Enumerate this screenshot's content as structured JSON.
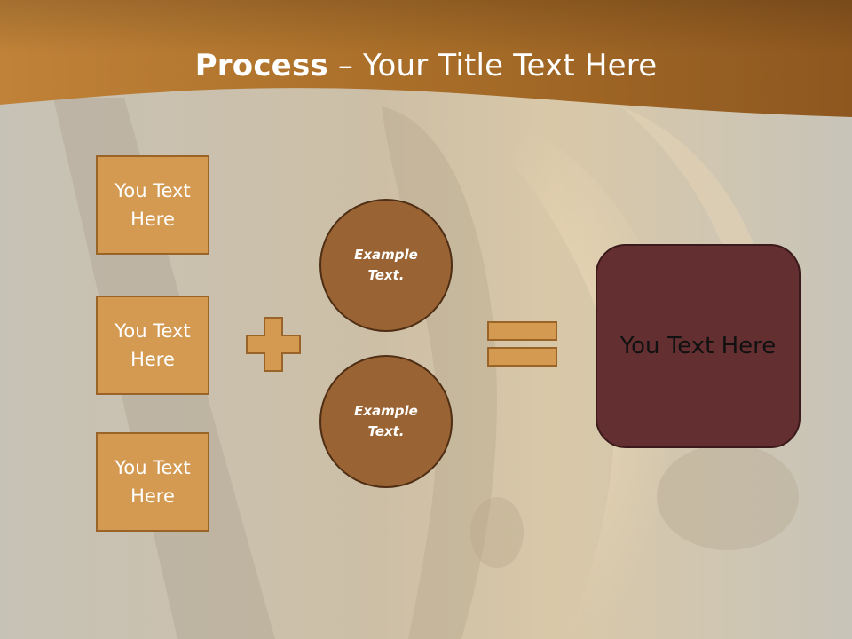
{
  "slide": {
    "title_bold": "Process",
    "title_rest": " – Your Title Text Here",
    "left_boxes": [
      "You Text Here",
      "You Text Here",
      "You Text Here"
    ],
    "circles": [
      "Example Text.",
      "Example Text."
    ],
    "result": "You Text Here",
    "operators": [
      "plus-icon",
      "equals-icon"
    ]
  },
  "colors": {
    "header": "#b87b2e",
    "box_fill": "#d49a52",
    "circle_fill": "#9a6333",
    "result_fill": "#642f31"
  }
}
